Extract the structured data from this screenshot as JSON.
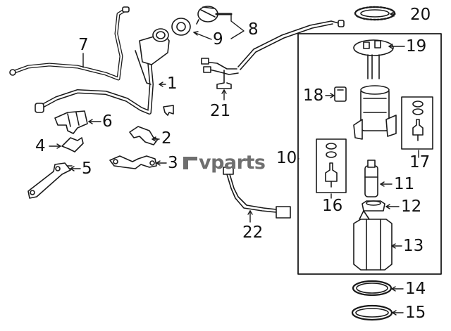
{
  "diagram": {
    "callouts": [
      {
        "id": "1",
        "text": "1"
      },
      {
        "id": "2",
        "text": "2"
      },
      {
        "id": "3",
        "text": "3"
      },
      {
        "id": "4",
        "text": "4"
      },
      {
        "id": "5",
        "text": "5"
      },
      {
        "id": "6",
        "text": "6"
      },
      {
        "id": "7",
        "text": "7"
      },
      {
        "id": "8",
        "text": "8"
      },
      {
        "id": "9",
        "text": "9"
      },
      {
        "id": "10",
        "text": "10"
      },
      {
        "id": "11",
        "text": "11"
      },
      {
        "id": "12",
        "text": "12"
      },
      {
        "id": "13",
        "text": "13"
      },
      {
        "id": "14",
        "text": "14"
      },
      {
        "id": "15",
        "text": "15"
      },
      {
        "id": "16",
        "text": "16"
      },
      {
        "id": "17",
        "text": "17"
      },
      {
        "id": "18",
        "text": "18"
      },
      {
        "id": "19",
        "text": "19"
      },
      {
        "id": "20",
        "text": "20"
      },
      {
        "id": "21",
        "text": "21"
      },
      {
        "id": "22",
        "text": "22"
      }
    ],
    "watermark": "vparts",
    "colors": {
      "line": "#1a1a1a",
      "fill": "#ffffff",
      "watermark": "#6f6f6f"
    }
  }
}
